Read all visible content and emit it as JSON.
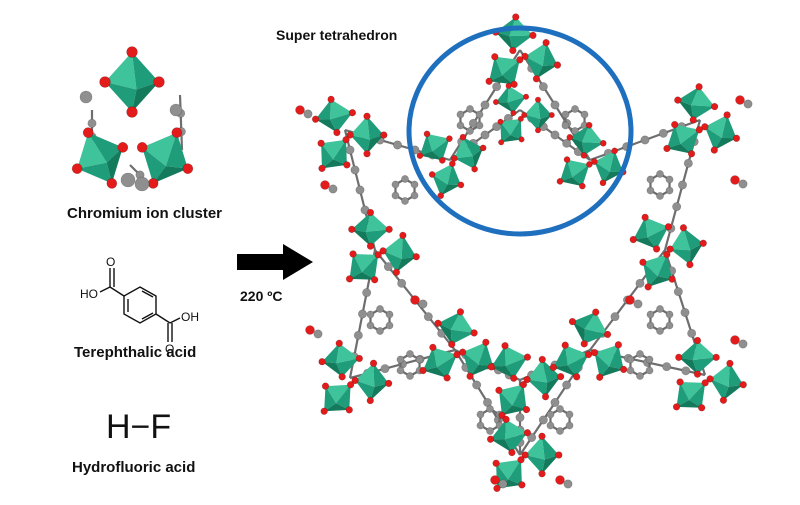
{
  "labels": {
    "cluster": "Chromium ion cluster",
    "terephthalic": "Terephthalic acid",
    "hydrofluoric": "Hydrofluoric acid",
    "hf_formula": "H−F",
    "temperature": "220 ºC",
    "super_tetrahedron": "Super tetrahedron",
    "ho": "HO",
    "oh": "OH",
    "o": "O"
  },
  "colors": {
    "octahedron": "#1f9c7a",
    "octahedron_dark": "#137a5c",
    "octahedron_light": "#3fc39b",
    "oxygen": "#e41b1b",
    "carbon": "#8f8f8f",
    "highlight_circle": "#1f6fbf",
    "arrow": "#000000"
  }
}
